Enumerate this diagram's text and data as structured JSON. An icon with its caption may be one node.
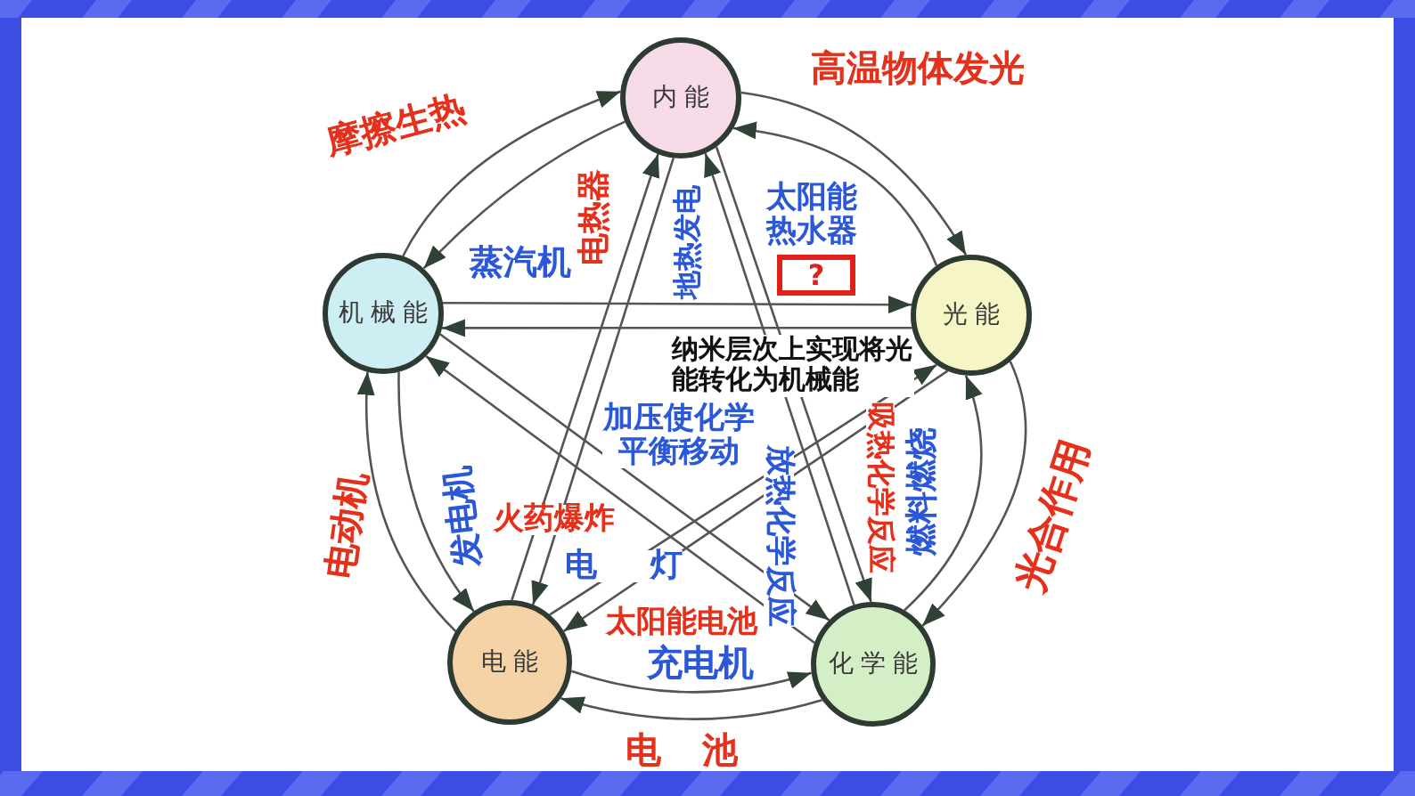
{
  "diagram": {
    "nodes": [
      {
        "text": [
          "内能"
        ]
      },
      {
        "text": [
          "机械能"
        ]
      },
      {
        "text": [
          "光能"
        ]
      },
      {
        "text": [
          "电能"
        ]
      },
      {
        "text": [
          "化学能"
        ]
      },
      {
        "text": [
          "?"
        ]
      }
    ],
    "edges": [
      {
        "from": 1,
        "to": 0,
        "arrow": "to",
        "label": "摩擦生热"
      },
      {
        "from": 0,
        "to": 1,
        "arrow": "to",
        "label": "蒸汽机"
      },
      {
        "from": 0,
        "to": 2,
        "arrow": "to",
        "label": "高温物体发光"
      },
      {
        "from": 2,
        "to": 0,
        "arrow": "to",
        "label": "太阳能热水器"
      },
      {
        "from": 2,
        "to": 4,
        "arrow": "to",
        "label": "光合作用"
      },
      {
        "from": 4,
        "to": 2,
        "arrow": "to",
        "label": "燃料燃烧"
      },
      {
        "from": 3,
        "to": 4,
        "arrow": "to",
        "label": "充电机"
      },
      {
        "from": 4,
        "to": 3,
        "arrow": "to",
        "label": "电池"
      },
      {
        "from": 3,
        "to": 1,
        "arrow": "to",
        "label": "电动机"
      },
      {
        "from": 1,
        "to": 3,
        "arrow": "to",
        "label": "发电机"
      },
      {
        "from": 1,
        "to": 2,
        "arrow": "to"
      },
      {
        "from": 2,
        "to": 1,
        "arrow": "to",
        "label": "纳米层次上实现将光能转化为机械能"
      },
      {
        "from": 3,
        "to": 0,
        "arrow": "to",
        "label": "电热器"
      },
      {
        "from": 0,
        "to": 3,
        "arrow": "to",
        "label": "地热发电"
      },
      {
        "from": 4,
        "to": 0,
        "arrow": "to",
        "label": "放热化学反应"
      },
      {
        "from": 0,
        "to": 4,
        "arrow": "to",
        "label": "吸热化学反应"
      },
      {
        "from": 1,
        "to": 4,
        "arrow": "to",
        "label": "加压使化学平衡移动"
      },
      {
        "from": 4,
        "to": 1,
        "arrow": "to",
        "label": "火药爆炸"
      },
      {
        "from": 3,
        "to": 2,
        "arrow": "to",
        "label": "电灯"
      },
      {
        "from": 2,
        "to": 3,
        "arrow": "to",
        "label": "太阳能电池"
      }
    ]
  }
}
